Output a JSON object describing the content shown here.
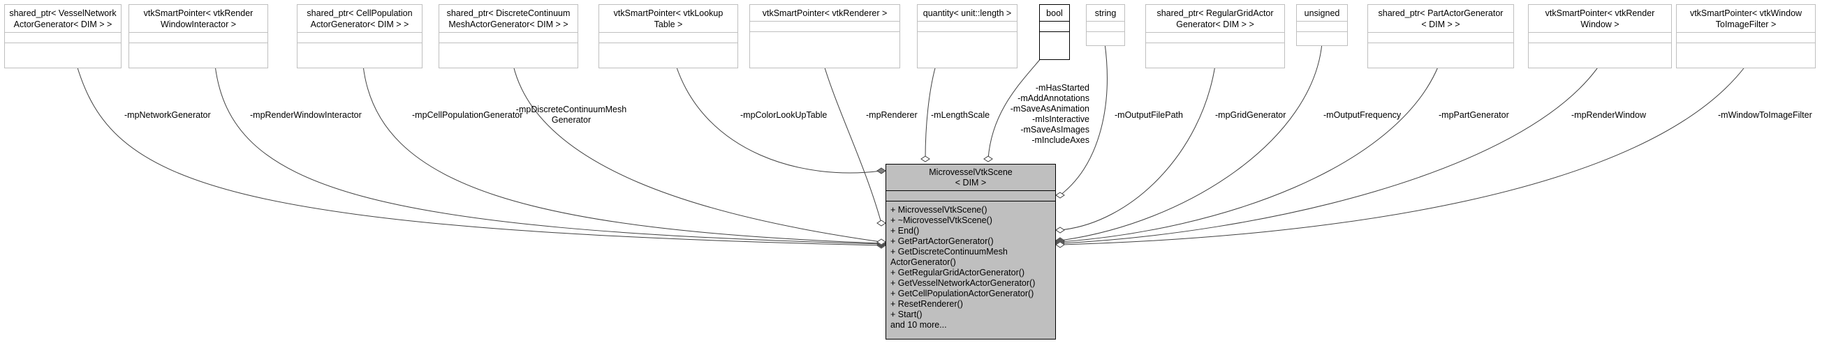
{
  "main_class": {
    "title": "MicrovesselVtkScene\n< DIM >",
    "operations": [
      "+ MicrovesselVtkScene()",
      "+ ~MicrovesselVtkScene()",
      "+ End()",
      "+ GetPartActorGenerator()",
      "+ GetDiscreteContinuumMesh\nActorGenerator()",
      "+ GetRegularGridActorGenerator()",
      "+ GetVesselNetworkActorGenerator()",
      "+ GetCellPopulationActorGenerator()",
      "+ ResetRenderer()",
      "+ Start()",
      "and 10 more..."
    ]
  },
  "classes": [
    {
      "title": "shared_ptr< VesselNetwork\nActorGenerator< DIM > >",
      "label": "-mpNetworkGenerator"
    },
    {
      "title": "vtkSmartPointer< vtkRender\nWindowInteractor >",
      "label": "-mpRenderWindowInteractor"
    },
    {
      "title": "shared_ptr< CellPopulation\nActorGenerator< DIM > >",
      "label": "-mpCellPopulationGenerator"
    },
    {
      "title": "shared_ptr< DiscreteContinuum\nMeshActorGenerator< DIM > >",
      "label": "-mpDiscreteContinuumMesh\nGenerator"
    },
    {
      "title": "vtkSmartPointer< vtkLookup\nTable >",
      "label": "-mpColorLookUpTable"
    },
    {
      "title": "vtkSmartPointer< vtkRenderer >",
      "label": "-mpRenderer"
    },
    {
      "title": "quantity< unit::length >",
      "label": "-mLengthScale"
    },
    {
      "title": "bool",
      "label": "-mHasStarted\n-mAddAnnotations\n-mSaveAsAnimation\n-mIsInteractive\n-mSaveAsImages\n-mIncludeAxes"
    },
    {
      "title": "string",
      "label": "-mOutputFilePath"
    },
    {
      "title": "shared_ptr< RegularGridActor\nGenerator< DIM > >",
      "label": "-mpGridGenerator"
    },
    {
      "title": "unsigned",
      "label": "-mOutputFrequency"
    },
    {
      "title": "shared_ptr< PartActorGenerator\n< DIM > >",
      "label": "-mpPartGenerator"
    },
    {
      "title": "vtkSmartPointer< vtkRender\nWindow >",
      "label": "-mpRenderWindow"
    },
    {
      "title": "vtkSmartPointer< vtkWindow\nToImageFilter >",
      "label": "-mWindowToImageFilter"
    }
  ]
}
